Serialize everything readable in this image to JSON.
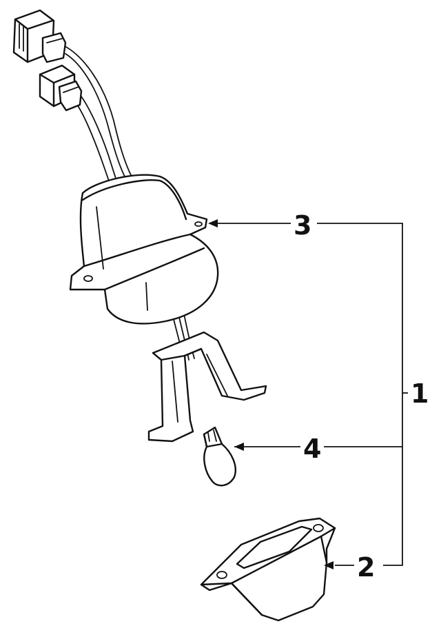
{
  "callouts": {
    "c1": "1",
    "c2": "2",
    "c3": "3",
    "c4": "4"
  },
  "parts": [
    "connector-upper",
    "connector-lower",
    "wire-harness",
    "lamp-housing",
    "mounting-bracket",
    "bulb",
    "lens"
  ]
}
